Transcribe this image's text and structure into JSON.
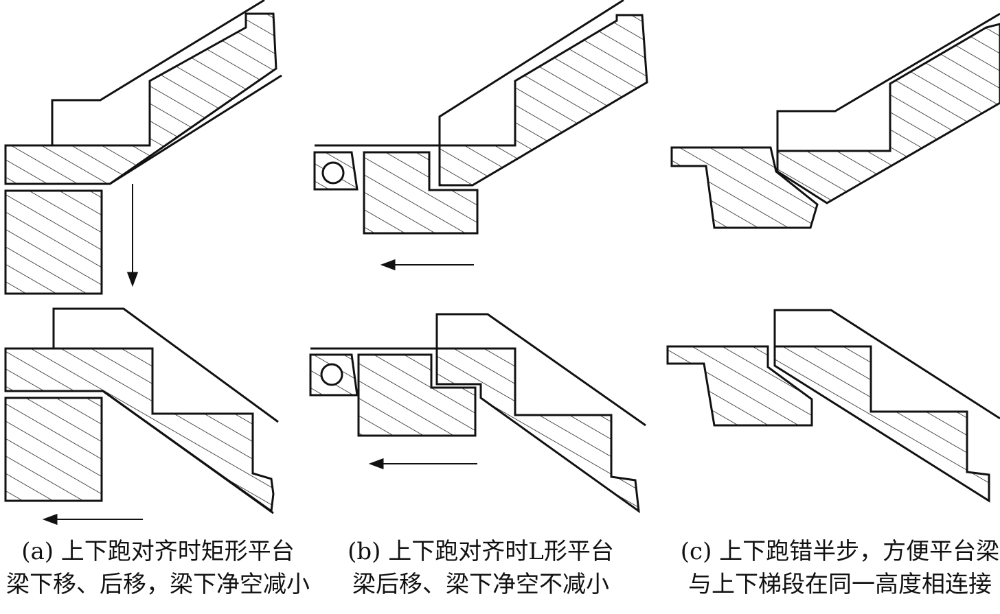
{
  "figure": {
    "captions": {
      "a": {
        "line1": "(a) 上下跑对齐时矩形平台",
        "line2": "梁下移、后移，梁下净空减小"
      },
      "b": {
        "line1": "(b) 上下跑对齐时L形平台",
        "line2": "梁后移、梁下净空不减小"
      },
      "c": {
        "line1": "(c) 上下跑错半步，方便平台梁",
        "line2": "与上下梯段在同一高度相连接"
      }
    }
  },
  "colors": {
    "line": "#111111",
    "hatch": "#222222",
    "background": "#ffffff"
  }
}
